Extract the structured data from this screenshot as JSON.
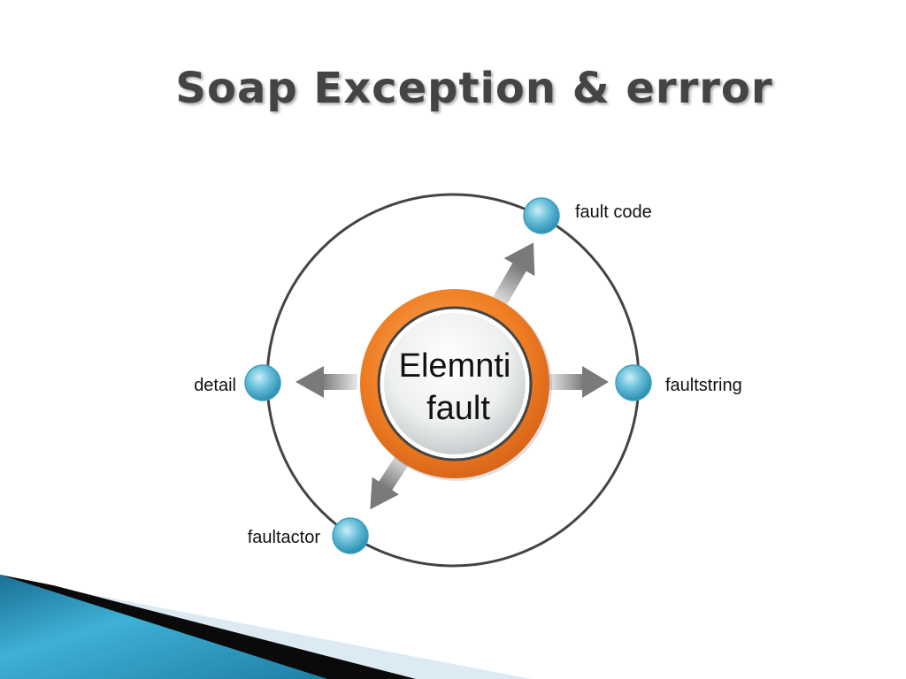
{
  "title": "Soap Exception & errror",
  "center": {
    "line1": "Elemnti",
    "line2": "fault"
  },
  "nodes": {
    "fault_code": "fault code",
    "faultstring": "faultstring",
    "detail": "detail",
    "faultactor": "faultactor"
  },
  "colors": {
    "ring": "#444444",
    "node_fill": "#5bb8d4",
    "orange": "#ef7d22",
    "arrow": "#888888",
    "accent_blue": "#2a8fb5"
  }
}
